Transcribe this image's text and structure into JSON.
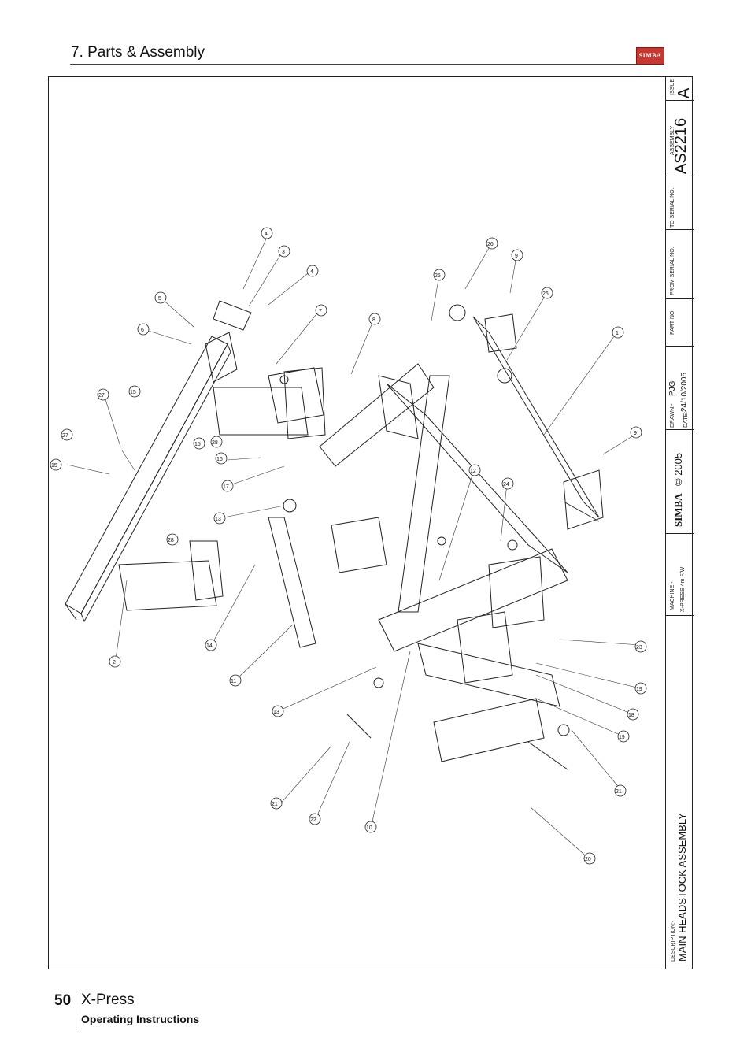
{
  "header": {
    "section_title": "7. Parts & Assembly",
    "logo_text": "SIMBA"
  },
  "title_block": {
    "issue_label": "ISSUE",
    "issue_value": "A",
    "assembly_label": "ASSEMBLY",
    "assembly_value": "AS2216",
    "to_serial_label": "TO SERIAL NO.",
    "from_serial_label": "FROM SERIAL NO.",
    "part_no_label": "PART NO.",
    "drawn_label": "DRAWN:-",
    "drawn_value": "PJG",
    "date_label": "DATE:-",
    "date_value": "24/10/2005",
    "copyright": "© 2005",
    "brand": "SIMBA",
    "machine_label": "MACHINE:-",
    "machine_value": "X-PRESS 4m F/W",
    "description_label": "DESCRIPTION:-",
    "description_value": "MAIN HEADSTOCK ASSEMBLY"
  },
  "balloons": [
    "4",
    "3",
    "4",
    "5",
    "6",
    "7",
    "8",
    "25",
    "26",
    "9",
    "26",
    "1",
    "2",
    "27",
    "15",
    "27",
    "15",
    "15",
    "28",
    "16",
    "17",
    "28",
    "13",
    "14",
    "11",
    "12",
    "24",
    "13",
    "9",
    "23",
    "19",
    "18",
    "19",
    "21",
    "22",
    "10",
    "21",
    "20"
  ],
  "footer": {
    "page_number": "50",
    "product": "X-Press",
    "subtitle": "Operating Instructions"
  },
  "colors": {
    "logo_red": "#c8362f"
  }
}
